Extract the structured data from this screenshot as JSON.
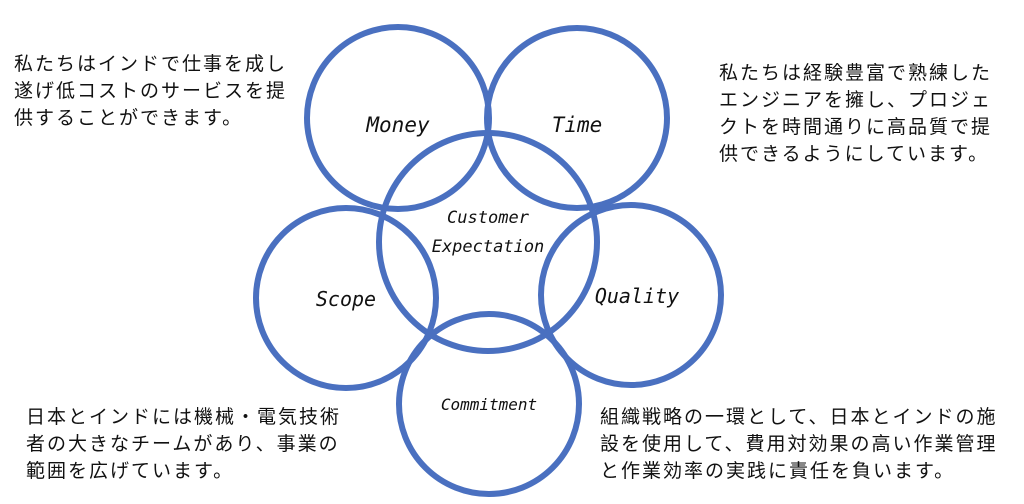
{
  "diagram": {
    "circles": {
      "money": "Money",
      "time": "Time",
      "customer_1": "Customer",
      "customer_2": "Expectation",
      "scope": "Scope",
      "quality": "Quality",
      "commitment": "Commitment"
    },
    "color": "#4a70c0"
  },
  "notes": {
    "top_left": [
      "私たちはインドで仕事を成し",
      "遂げ低コストのサービスを提",
      "供することができます。"
    ],
    "top_right": [
      "私たちは経験豊富で熟練した",
      "エンジニアを擁し、プロジェ",
      "クトを時間通りに高品質で提",
      "供できるようにしています。"
    ],
    "bottom_left": [
      "日本とインドには機械・電気技術",
      "者の大きなチームがあり、事業の",
      "範囲を広げています。"
    ],
    "bottom_right": [
      "組織戦略の一環として、日本とインドの施",
      "設を使用して、費用対効果の高い作業管理",
      "と作業効率の実践に責任を負います。"
    ]
  }
}
